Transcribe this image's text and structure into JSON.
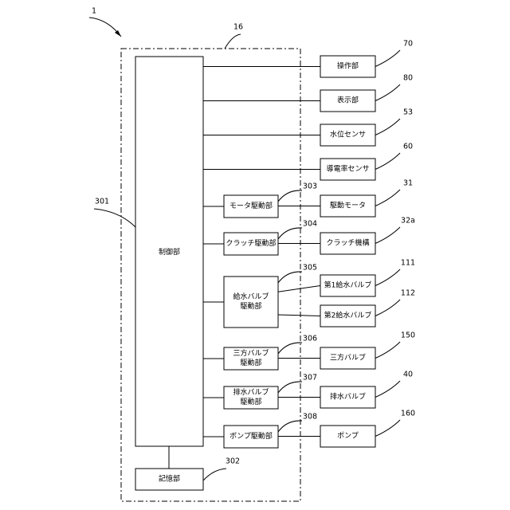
{
  "figure_ref": "1",
  "controller_ref": "16",
  "control_unit": {
    "label": "制御部",
    "ref": "301"
  },
  "storage": {
    "label": "記憶部",
    "ref": "302"
  },
  "direct_devices": [
    {
      "label": "操作部",
      "ref": "70"
    },
    {
      "label": "表示部",
      "ref": "80"
    },
    {
      "label": "水位センサ",
      "ref": "53"
    },
    {
      "label": "導電率センサ",
      "ref": "60"
    }
  ],
  "drivers": [
    {
      "label_lines": [
        "モータ駆動部"
      ],
      "ref": "303",
      "devices": [
        {
          "label": "駆動モータ",
          "ref": "31"
        }
      ]
    },
    {
      "label_lines": [
        "クラッチ駆動部"
      ],
      "ref": "304",
      "devices": [
        {
          "label": "クラッチ機構",
          "ref": "32a"
        }
      ]
    },
    {
      "label_lines": [
        "給水バルブ",
        "駆動部"
      ],
      "ref": "305",
      "devices": [
        {
          "label": "第1給水バルブ",
          "ref": "111"
        },
        {
          "label": "第2給水バルブ",
          "ref": "112"
        }
      ]
    },
    {
      "label_lines": [
        "三方バルブ",
        "駆動部"
      ],
      "ref": "306",
      "devices": [
        {
          "label": "三方バルブ",
          "ref": "150"
        }
      ]
    },
    {
      "label_lines": [
        "排水バルブ",
        "駆動部"
      ],
      "ref": "307",
      "devices": [
        {
          "label": "排水バルブ",
          "ref": "40"
        }
      ]
    },
    {
      "label_lines": [
        "ポンプ駆動部"
      ],
      "ref": "308",
      "devices": [
        {
          "label": "ポンプ",
          "ref": "160"
        }
      ]
    }
  ]
}
